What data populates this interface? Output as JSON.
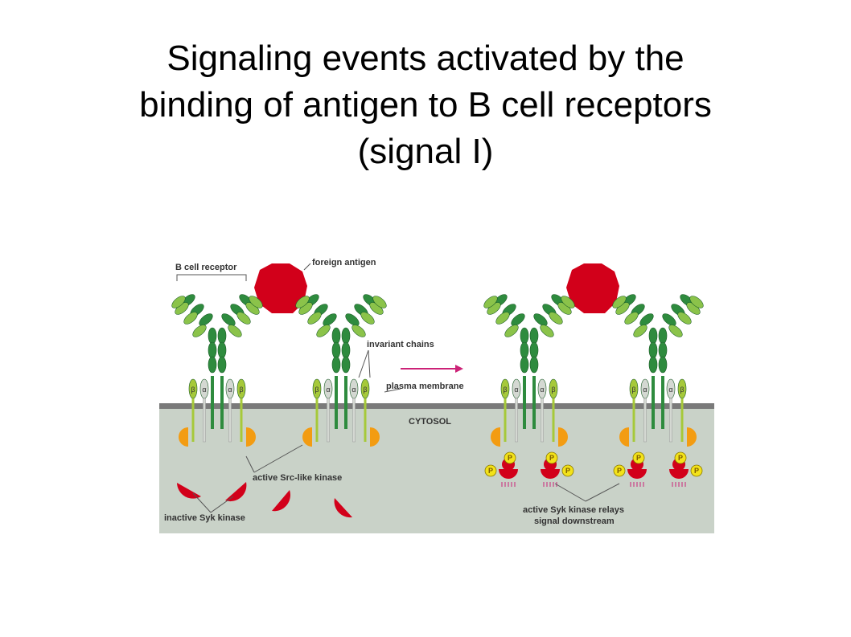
{
  "slide": {
    "title_lines": [
      "Signaling events activated by the",
      "binding of antigen to B cell receptors",
      "(signal I)"
    ]
  },
  "diagram": {
    "labels": {
      "b_cell_receptor": "B cell receptor",
      "foreign_antigen": "foreign antigen",
      "invariant_chains": "invariant chains",
      "plasma_membrane": "plasma membrane",
      "cytosol": "CYTOSOL",
      "active_src": "active Src-like kinase",
      "inactive_syk": "inactive Syk kinase",
      "active_syk_line1": "active Syk kinase relays",
      "active_syk_line2": "signal downstream"
    },
    "chain_letters": {
      "alpha": "α",
      "beta": "β"
    },
    "phosphate": "P",
    "colors": {
      "extracellular": "#ffffff",
      "cytosol": "#c9d2c8",
      "membrane": "#7a7a7a",
      "heavy_chain": "#2e8b3e",
      "light_chain": "#8bc34a",
      "beta_chain": "#a6c93a",
      "alpha_chain": "#d4d8d2",
      "antigen": "#d2001a",
      "src_kinase": "#f39c12",
      "syk_kinase": "#d2001a",
      "phosphate": "#f3e21a",
      "arrow": "#cc2277"
    }
  }
}
